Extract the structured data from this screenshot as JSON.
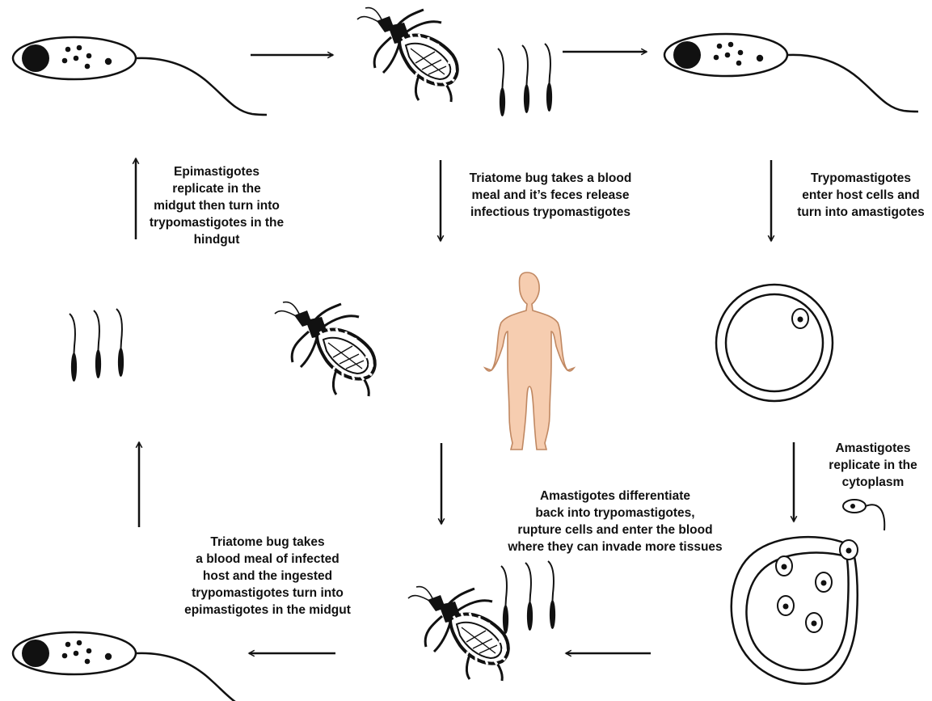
{
  "labels": {
    "epimastigotes_replicate": "Epimastigotes\nreplicate in the\nmidgut then turn into\ntrypomastigotes in the\nhindgut",
    "triatome_blood_meal": "Triatome bug takes a blood\nmeal and it’s feces release\ninfectious trypomastigotes",
    "trypo_enter_cells": "Trypomastigotes\nenter host cells and\nturn into amastigotes",
    "amastigotes_replicate": "Amastigotes\nreplicate in the\ncytoplasm",
    "amastigotes_differentiate": "Amastigotes differentiate\nback into trypomastigotes,\nrupture cells and enter the blood\nwhere they can invade more tissues",
    "triatome_infected_host": "Triatome bug takes\na blood meal of infected\nhost and the ingested\ntrypomastigotes turn into\nepimastigotes in the midgut"
  },
  "colors": {
    "ink": "#111111",
    "human_skin": "#f6cdb0",
    "human_outline": "#c08862"
  }
}
